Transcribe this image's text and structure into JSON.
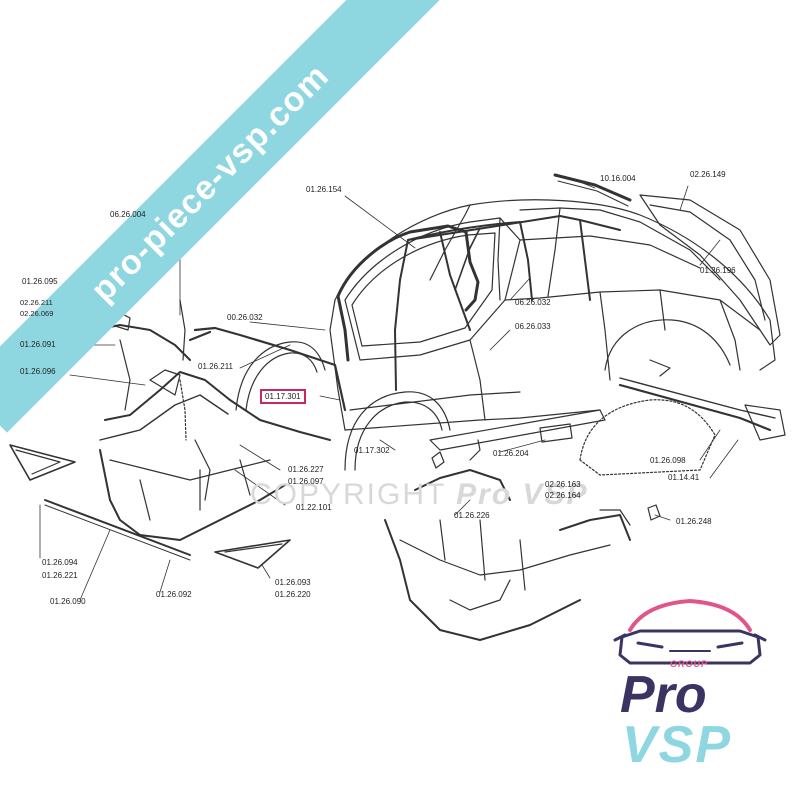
{
  "banner": {
    "text": "pro-piece-vsp.com"
  },
  "watermark": {
    "prefix": "COPYRIGHT",
    "brand": "Pro VSP"
  },
  "logo": {
    "group": "GROUP",
    "pro": "Pro",
    "vsp": "VSP"
  },
  "colors": {
    "banner": "#8fd7e0",
    "highlight": "#c8285a",
    "logo_pro": "#3b3463",
    "logo_vsp": "#8fd7e0",
    "logo_accent": "#e0568a"
  },
  "parts": {
    "p_10_16_004": "10.16.004",
    "p_02_26_149": "02.26.149",
    "p_01_26_154": "01.26.154",
    "p_06_26_004": "06.26.004",
    "p_01_26_095": "01.26.095",
    "p_02_26_211": "02.26.211",
    "p_02_26_069": "02.26.069",
    "p_01_26_091": "01.26.091",
    "p_01_26_096": "01.26.096",
    "p_00_26_032": "00.26.032",
    "p_06_26_032": "06.26.032",
    "p_06_26_033": "06.26.033",
    "p_01_26_196": "01.26.196",
    "p_01_26_211": "01.26.211",
    "p_01_17_301": "01.17.301",
    "p_01_17_302": "01.17.302",
    "p_01_26_204": "01.26.204",
    "p_01_26_098": "01.26.098",
    "p_01_14_41": "01.14.41",
    "p_01_26_227": "01.26.227",
    "p_01_26_097": "01.26.097",
    "p_01_22_101": "01.22.101",
    "p_02_26_163": "02.26.163",
    "p_02_26_164": "02.26.164",
    "p_01_26_226": "01.26.226",
    "p_01_26_248": "01.26.248",
    "p_01_26_094": "01.26.094",
    "p_01_26_221": "01.26.221",
    "p_01_26_090": "01.26.090",
    "p_01_26_092": "01.26.092",
    "p_01_26_093": "01.26.093",
    "p_01_26_220": "01.26.220"
  }
}
